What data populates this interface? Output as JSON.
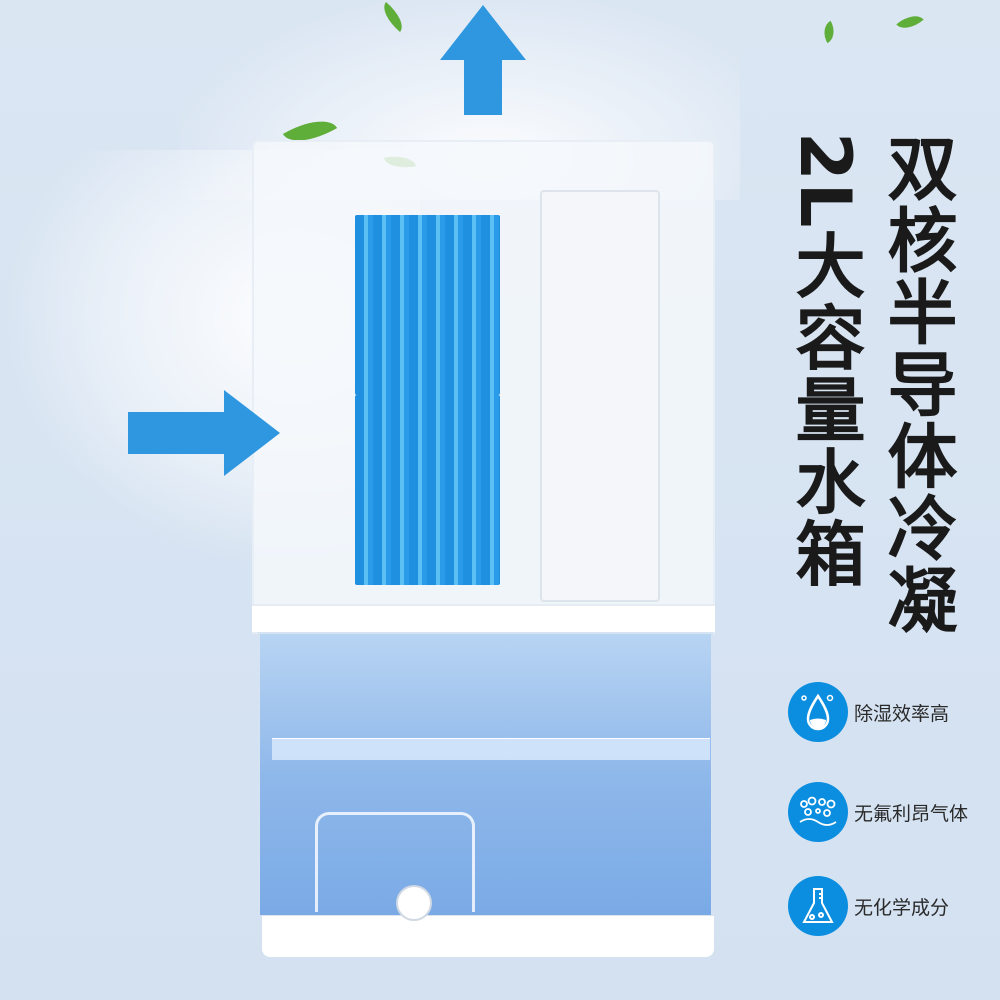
{
  "headline_right": "双核半导体冷凝",
  "headline_left": "2L大容量水箱",
  "features": [
    {
      "icon": "water-drop-icon",
      "label": "除湿效率高"
    },
    {
      "icon": "bubbles-icon",
      "label": "无氟利昂气体"
    },
    {
      "icon": "flask-icon",
      "label": "无化学成分"
    }
  ],
  "colors": {
    "accent": "#0b8ee0",
    "arrow": "#2f97e0",
    "fins": "#1f8fe0",
    "tank": "#8fb8ea"
  }
}
